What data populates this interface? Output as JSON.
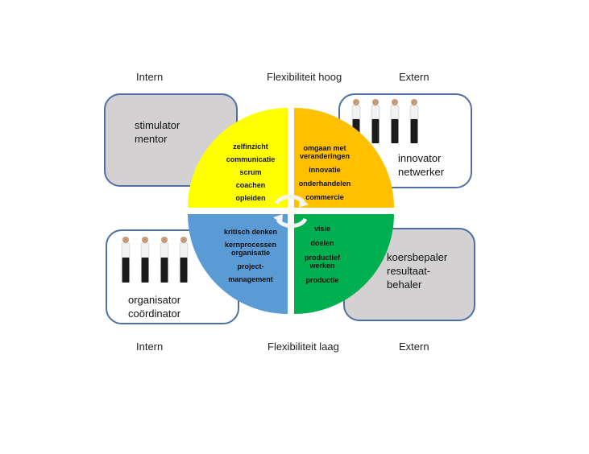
{
  "axis": {
    "top_left": "Intern",
    "top_center": "Flexibiliteit hoog",
    "top_right": "Extern",
    "bottom_left": "Intern",
    "bottom_center": "Flexibiliteit laag",
    "bottom_right": "Extern"
  },
  "roles": {
    "top_left": [
      "stimulator",
      "mentor"
    ],
    "top_right": [
      "innovator",
      "netwerker"
    ],
    "bottom_left": [
      "organisator",
      "coördinator"
    ],
    "bottom_right": [
      "koersbepaler",
      "resultaat-",
      "behaler"
    ]
  },
  "quadrants": {
    "yellow": {
      "color": "#ffff00",
      "items": [
        "zelfinzicht",
        "communicatie",
        "scrum",
        "coachen",
        "opleiden"
      ]
    },
    "orange": {
      "color": "#ffc000",
      "items": [
        "omgaan met",
        "veranderingen",
        "innovatie",
        "onderhandelen",
        "commercie"
      ]
    },
    "blue": {
      "color": "#5b9bd5",
      "items": [
        "kritisch denken",
        "kernprocessen",
        "organisatie",
        "project-",
        "management"
      ]
    },
    "green": {
      "color": "#00b050",
      "items": [
        "visie",
        "doelen",
        "productief",
        "werken",
        "productie"
      ]
    }
  },
  "colors": {
    "box_border": "#4f6fa6",
    "box_gray": "#d3d1d1"
  }
}
